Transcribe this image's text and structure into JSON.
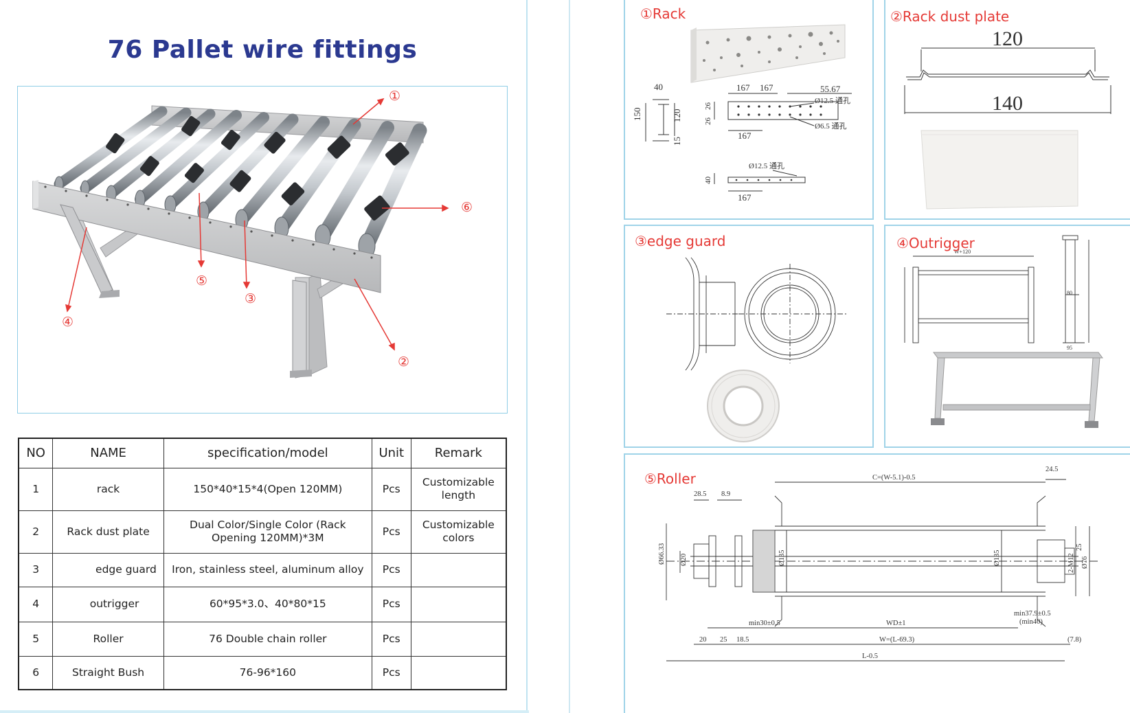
{
  "title": "76 Pallet wire fittings",
  "callouts": [
    "①",
    "②",
    "③",
    "④",
    "⑤",
    "⑥"
  ],
  "table": {
    "headers": [
      "NO",
      "NAME",
      "specification/model",
      "Unit",
      "Remark"
    ],
    "rows": [
      {
        "no": "1",
        "name": "rack",
        "spec": "150*40*15*4(Open 120MM)",
        "unit": "Pcs",
        "remark": "Customizable length"
      },
      {
        "no": "2",
        "name": "Rack dust plate",
        "spec": "Dual Color/Single Color (Rack Opening 120MM)*3M",
        "unit": "Pcs",
        "remark": "Customizable colors"
      },
      {
        "no": "3",
        "name": "edge guard",
        "spec": "Iron, stainless steel, aluminum alloy",
        "unit": "Pcs",
        "remark": ""
      },
      {
        "no": "4",
        "name": "outrigger",
        "spec": "60*95*3.0、40*80*15",
        "unit": "Pcs",
        "remark": ""
      },
      {
        "no": "5",
        "name": "Roller",
        "spec": "76 Double chain roller",
        "unit": "Pcs",
        "remark": ""
      },
      {
        "no": "6",
        "name": "Straight Bush",
        "spec": "76-96*160",
        "unit": "Pcs",
        "remark": ""
      }
    ]
  },
  "panels": {
    "rack": {
      "title": "①Rack",
      "dims": [
        "40",
        "150",
        "120",
        "15",
        "167",
        "167",
        "55.67",
        "26",
        "26",
        "167",
        "Ø12.5 通孔",
        "Ø6.5 通孔",
        "Ø12.5 通孔",
        "40",
        "167"
      ]
    },
    "dust_plate": {
      "title": "②Rack dust plate",
      "dims": [
        "120",
        "140"
      ]
    },
    "edge_guard": {
      "title": "③edge guard"
    },
    "outrigger": {
      "title": "④Outrigger",
      "dims": [
        "W+120",
        "80",
        "95"
      ]
    },
    "roller": {
      "title": "⑤Roller",
      "dims": [
        "C=(W-5.1)-0.5",
        "24.5",
        "28.5",
        "8.9",
        "Ø66.33",
        "Ø20",
        "Ø135",
        "Ø135",
        "2-M12",
        "25",
        "Ø76",
        "min30±0.5",
        "WD±1",
        "min37.9±0.5",
        "(min40)",
        "20",
        "25",
        "18.5",
        "W=(L-69.3)",
        "(7.8)",
        "L-0.5"
      ]
    }
  },
  "colors": {
    "title_blue": "#2b3990",
    "callout_red": "#e53935",
    "frame_blue": "#9fd3e8"
  }
}
